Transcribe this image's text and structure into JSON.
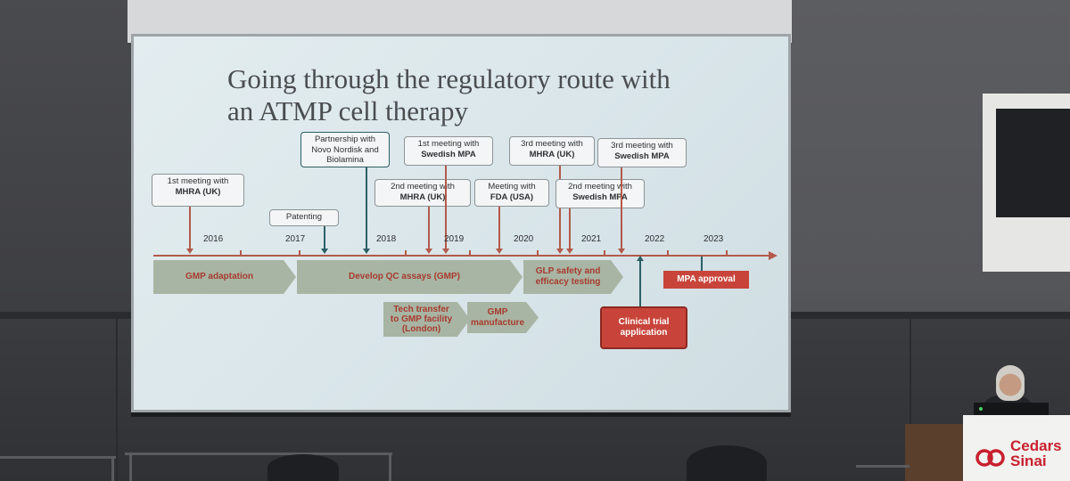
{
  "slide": {
    "title_line1": "Going through the regulatory route with",
    "title_line2": "an ATMP cell therapy"
  },
  "timeline": {
    "years": [
      "2016",
      "2017",
      "2018",
      "2019",
      "2020",
      "2021",
      "2022",
      "2023"
    ],
    "callouts": {
      "mhra1": {
        "l1": "1st meeting with",
        "l2": "MHRA (UK)"
      },
      "patenting": {
        "l1": "Patenting"
      },
      "partnership": {
        "l1": "Partnership with",
        "l2": "Novo Nordisk and",
        "l3": "Biolamina"
      },
      "mhra2": {
        "l1": "2nd meeting with",
        "l2": "MHRA (UK)"
      },
      "swedish1": {
        "l1": "1st meeting with",
        "l2": "Swedish MPA"
      },
      "fda": {
        "l1": "Meeting with",
        "l2": "FDA (USA)"
      },
      "mhra3": {
        "l1": "3rd meeting with",
        "l2": "MHRA (UK)"
      },
      "swedish2": {
        "l1": "2nd meeting with",
        "l2": "Swedish MPA"
      },
      "swedish3": {
        "l1": "3rd meeting with",
        "l2": "Swedish MPA"
      }
    },
    "phases": {
      "gmp_adaptation": "GMP adaptation",
      "develop_qc": "Develop QC assays (GMP)",
      "glp_l1": "GLP safety and",
      "glp_l2": "efficacy testing",
      "tech_l1": "Tech transfer",
      "tech_l2": "to GMP facility",
      "tech_l3": "(London)",
      "gmp_manu_l1": "GMP",
      "gmp_manu_l2": "manufacture",
      "clinical_l1": "Clinical trial",
      "clinical_l2": "application",
      "mpa_approval": "MPA approval"
    }
  },
  "podium": {
    "logo_line1": "Cedars",
    "logo_line2": "Sinai"
  },
  "colors": {
    "accent_red": "#c8443a",
    "axis_red": "#b35a4a",
    "phase_green": "#a9b5a4",
    "arrow_teal": "#2d5f66"
  }
}
